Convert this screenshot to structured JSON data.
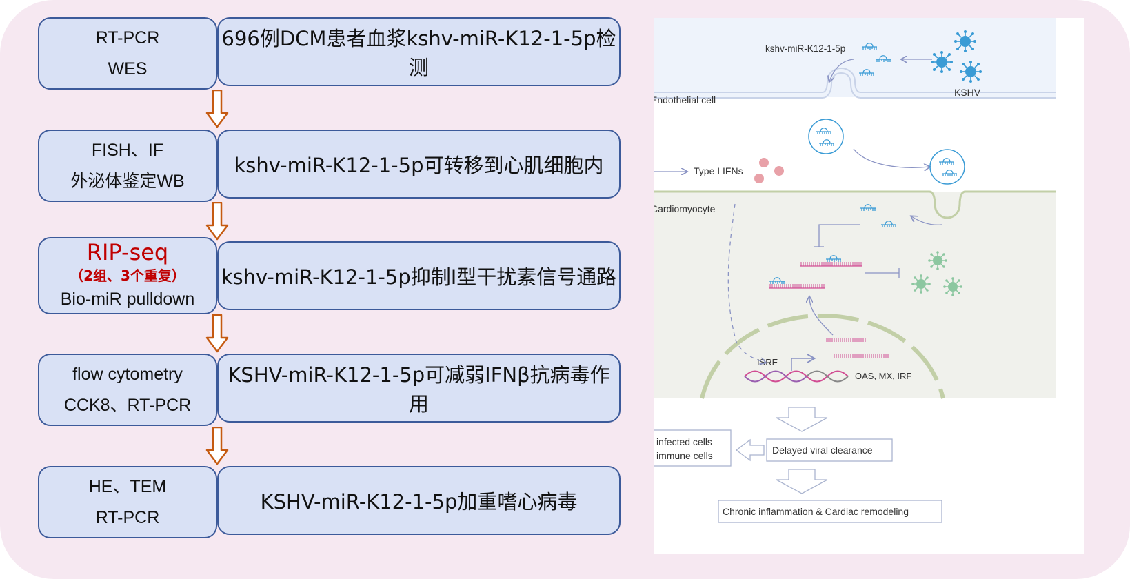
{
  "steps": [
    {
      "methods": [
        "RT-PCR",
        "WES"
      ],
      "finding": "696例DCM患者血浆kshv-miR-K12-1-5p检测"
    },
    {
      "methods": [
        "FISH、IF",
        "外泌体鉴定WB"
      ],
      "finding": "kshv-miR-K12-1-5p可转移到心肌细胞内"
    },
    {
      "methods_highlight": "RIP-seq",
      "methods_sub": "（2组、3个重复）",
      "methods_extra": "Bio-miR pulldown",
      "finding": "kshv-miR-K12-1-5p抑制I型干扰素信号通路"
    },
    {
      "methods": [
        "flow cytometry",
        "CCK8、RT-PCR"
      ],
      "finding": "KSHV-miR-K12-1-5p可减弱IFNβ抗病毒作用"
    },
    {
      "methods": [
        "HE、TEM",
        "RT-PCR"
      ],
      "finding": "KSHV-miR-K12-1-5p加重嗜心病毒"
    }
  ],
  "figure": {
    "mirna_label": "kshv-miR-K12-1-5p",
    "virus_label": "KSHV",
    "endothelial_label": "Endothelial cell",
    "ifn_label": "Type I IFNs",
    "cardio_label": "Cardiomyocyte",
    "isre_label": "ISRE",
    "genes_label": "OAS,  MX,  IRF",
    "infected_label1": "infected cells",
    "infected_label2": "immune cells",
    "delayed_label": "Delayed viral clearance",
    "chronic_label": "Chronic inflammation & Cardiac remodeling"
  },
  "colors": {
    "background": "#f6e8f1",
    "box_fill": "#d9e1f5",
    "box_border": "#3c5a9a",
    "arrow": "#c55a11",
    "highlight": "#c00000",
    "mirna_blue": "#3a9bd5",
    "mrna_pink": "#d14d93",
    "virus_green": "#8cc7a0",
    "ifn_pink": "#e8a1a8"
  }
}
